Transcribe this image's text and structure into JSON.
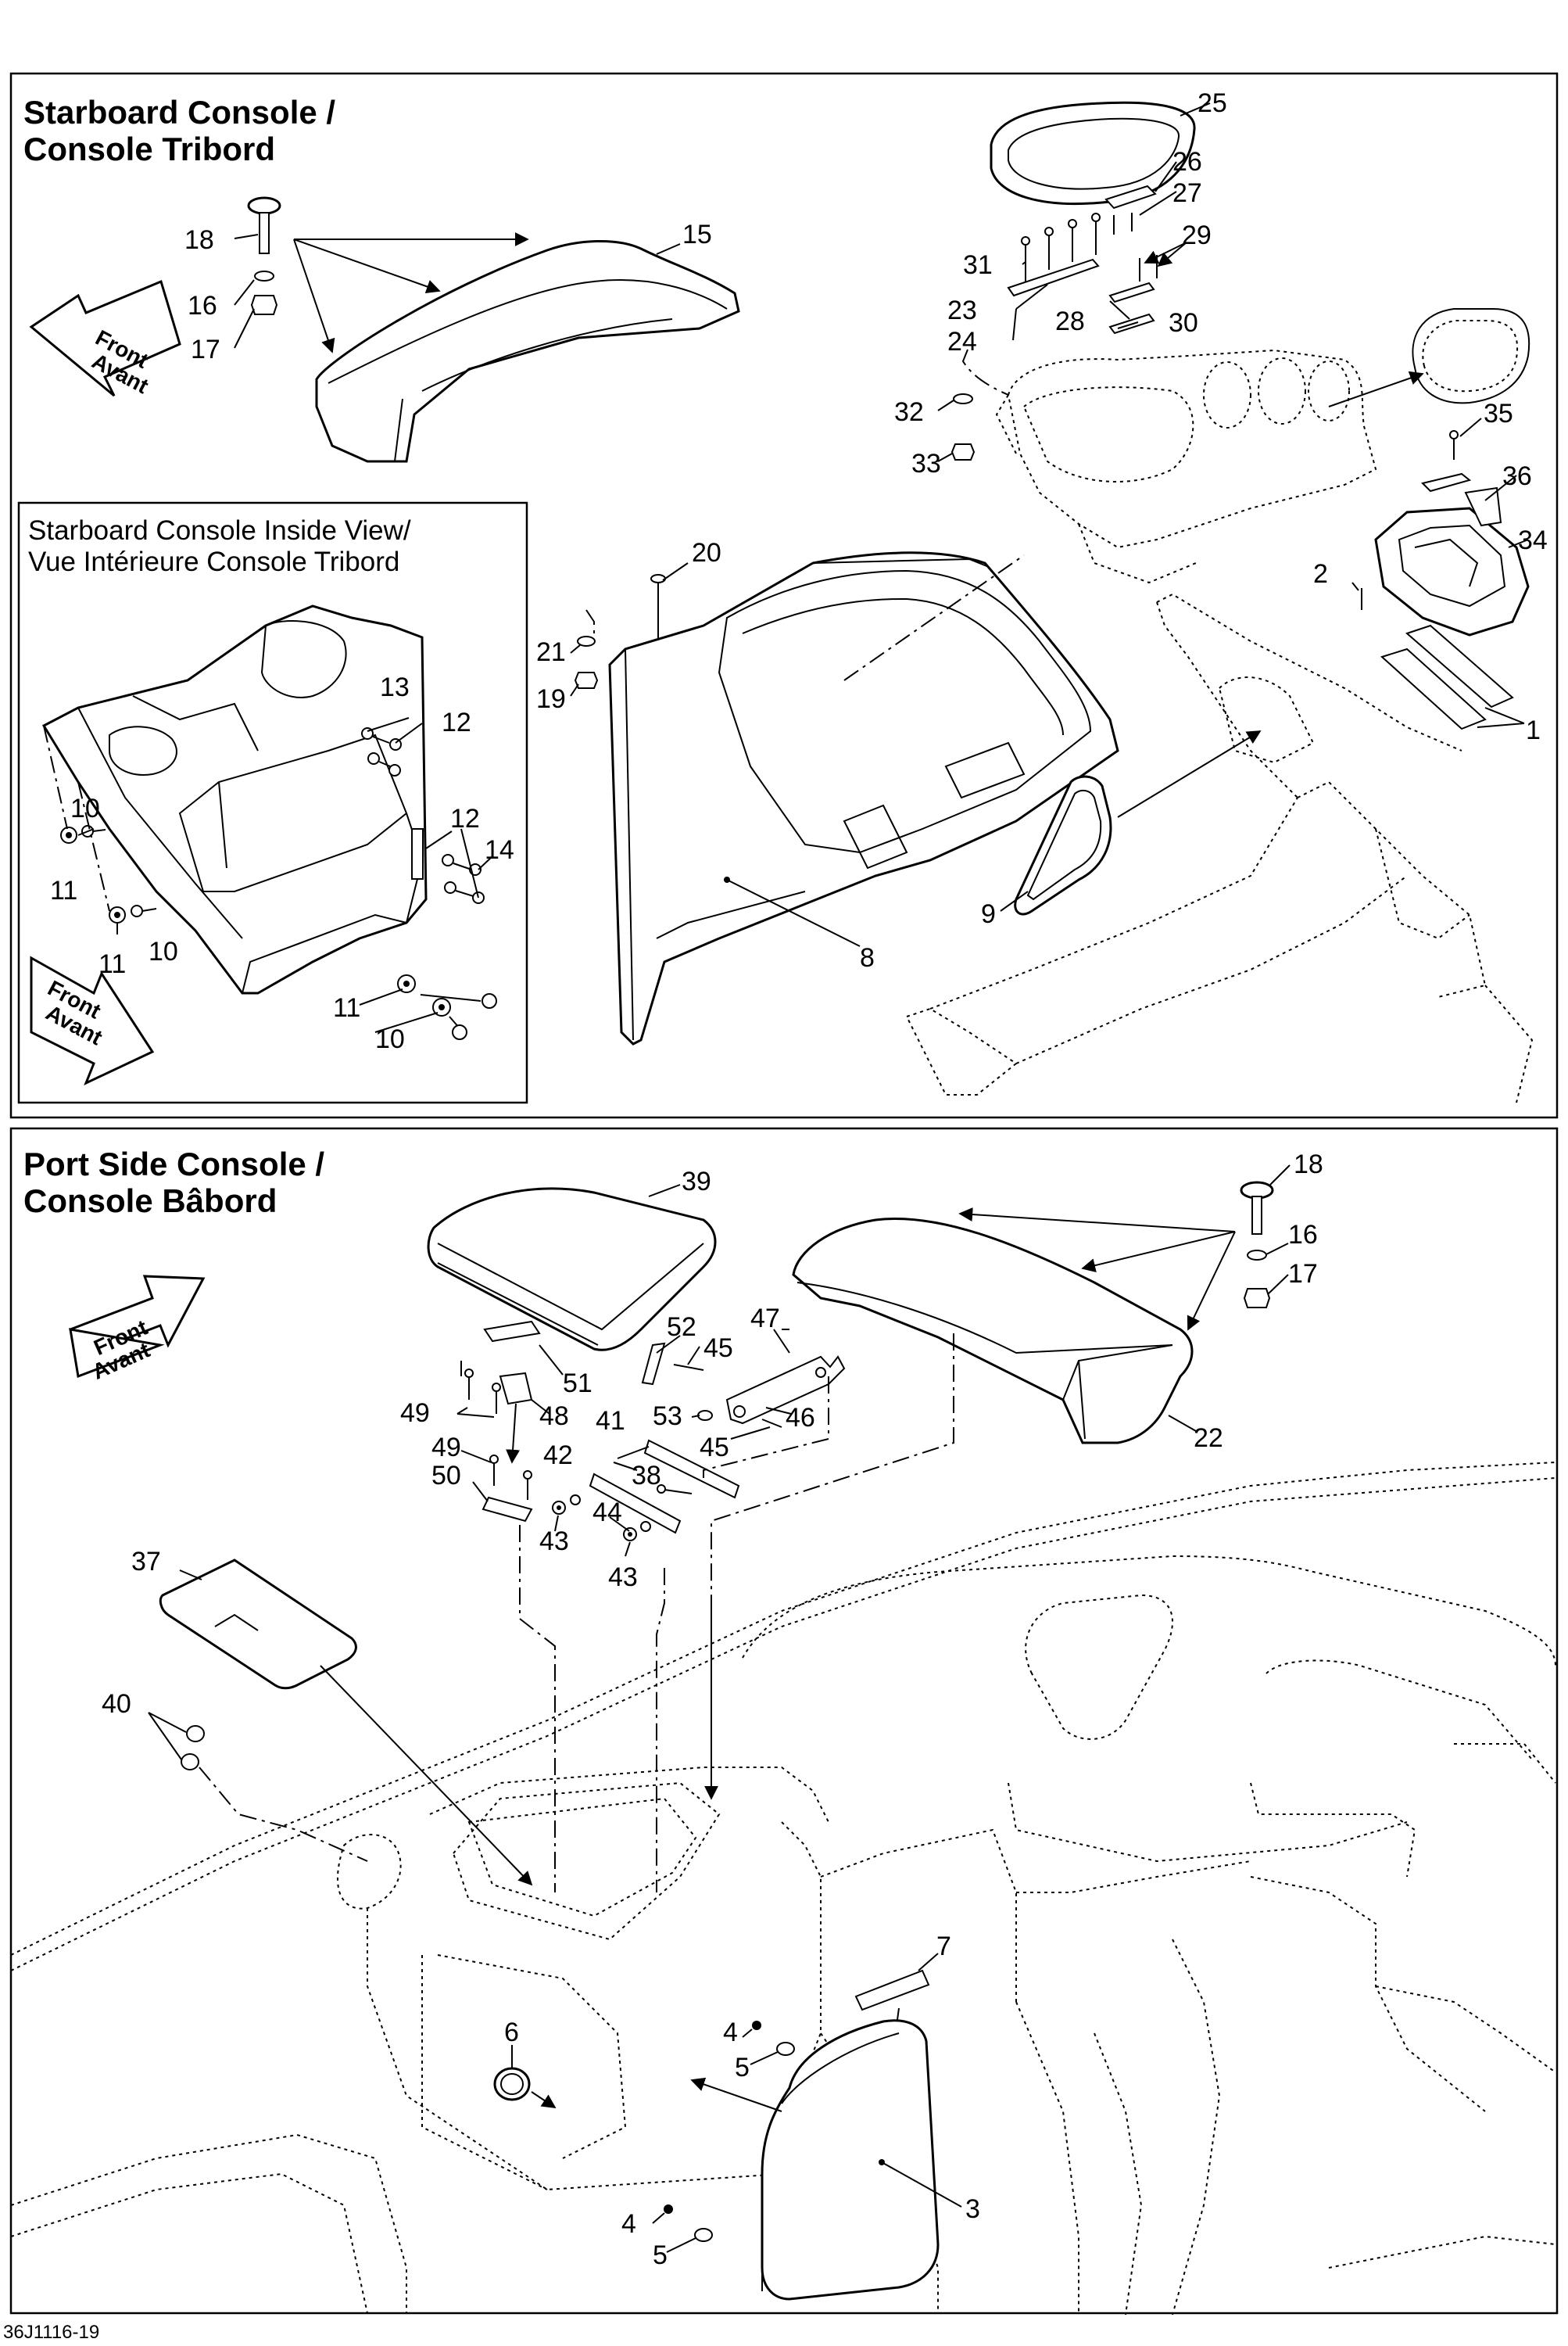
{
  "starboard": {
    "title_en": "Starboard Console /",
    "title_fr": "Console Tribord",
    "front_en": "Front",
    "front_fr": "Avant"
  },
  "inside_view": {
    "title_en": "Starboard Console Inside View/",
    "title_fr": "Vue Intérieure Console Tribord",
    "front_en": "Front",
    "front_fr": "Avant"
  },
  "port": {
    "title_en": "Port Side Console /",
    "title_fr": "Console Bâbord",
    "front_en": "Front",
    "front_fr": "Avant"
  },
  "callouts": {
    "c1": "1",
    "c2": "2",
    "c3": "3",
    "c4a": "4",
    "c4b": "4",
    "c5a": "5",
    "c5b": "5",
    "c6": "6",
    "c7": "7",
    "c8": "8",
    "c9": "9",
    "c10a": "10",
    "c10b": "10",
    "c10c": "10",
    "c11a": "11",
    "c11b": "11",
    "c11c": "11",
    "c12a": "12",
    "c12b": "12",
    "c13": "13",
    "c14": "14",
    "c15": "15",
    "c16a": "16",
    "c16b": "16",
    "c17a": "17",
    "c17b": "17",
    "c18a": "18",
    "c18b": "18",
    "c19": "19",
    "c20": "20",
    "c21": "21",
    "c22": "22",
    "c23": "23",
    "c24": "24",
    "c25": "25",
    "c26": "26",
    "c27": "27",
    "c28": "28",
    "c29": "29",
    "c30": "30",
    "c31": "31",
    "c32": "32",
    "c33": "33",
    "c34": "34",
    "c35": "35",
    "c36": "36",
    "c37": "37",
    "c38": "38",
    "c39": "39",
    "c40": "40",
    "c41": "41",
    "c42": "42",
    "c43a": "43",
    "c43b": "43",
    "c44": "44",
    "c45a": "45",
    "c45b": "45",
    "c46": "46",
    "c47": "47",
    "c48": "48",
    "c49a": "49",
    "c49b": "49",
    "c50": "50",
    "c51": "51",
    "c52": "52",
    "c53": "53"
  },
  "document_code": "36J1116-19"
}
